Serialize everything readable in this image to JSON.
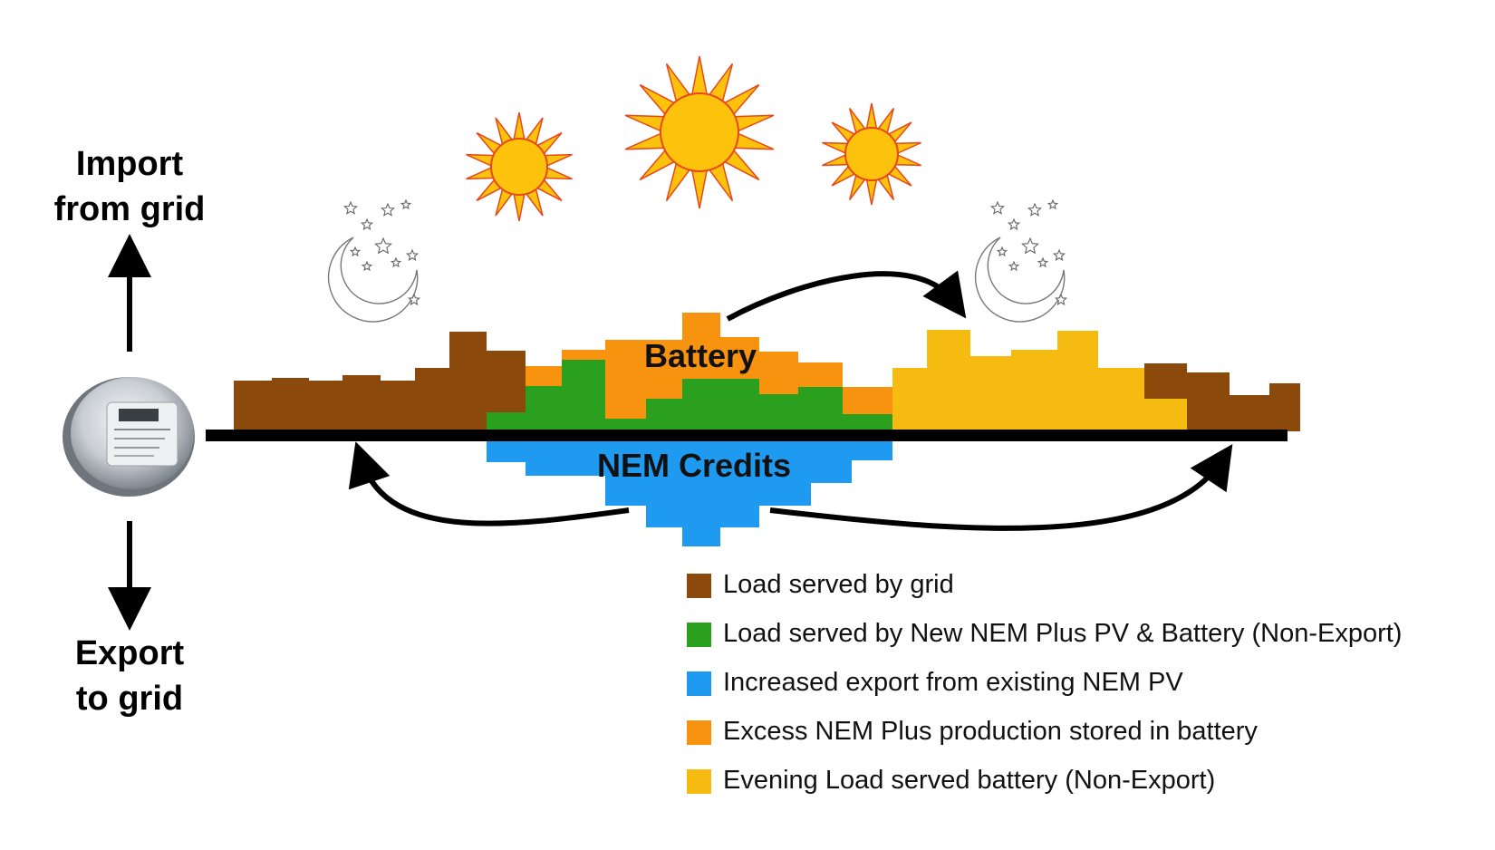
{
  "labels": {
    "import": [
      "Import",
      "from grid"
    ],
    "export": [
      "Export",
      "to grid"
    ],
    "battery": "Battery",
    "nem_credits": "NEM Credits"
  },
  "colors": {
    "grid": "#8B4A0C",
    "nem_plus_pv": "#2AA01E",
    "export_pv": "#1E9BF0",
    "battery_store": "#F7930F",
    "evening_battery": "#F6BB10",
    "sun_fill": "#FCC20C",
    "sun_stroke": "#E8471B"
  },
  "legend": [
    {
      "label": "Load served by grid",
      "color": "#8B4A0C"
    },
    {
      "label": "Load served by New NEM Plus PV & Battery (Non-Export)",
      "color": "#2AA01E"
    },
    {
      "label": "Increased export from existing NEM PV",
      "color": "#1E9BF0"
    },
    {
      "label": "Excess NEM Plus production stored in battery",
      "color": "#F7930F"
    },
    {
      "label": "Evening Load served battery (Non-Export)",
      "color": "#F6BB10"
    }
  ],
  "icons": [
    "electric-meter-icon",
    "sun-icon",
    "moon-icon",
    "star-icon",
    "arrow-up-icon",
    "arrow-down-icon",
    "curved-arrow-icon"
  ]
}
